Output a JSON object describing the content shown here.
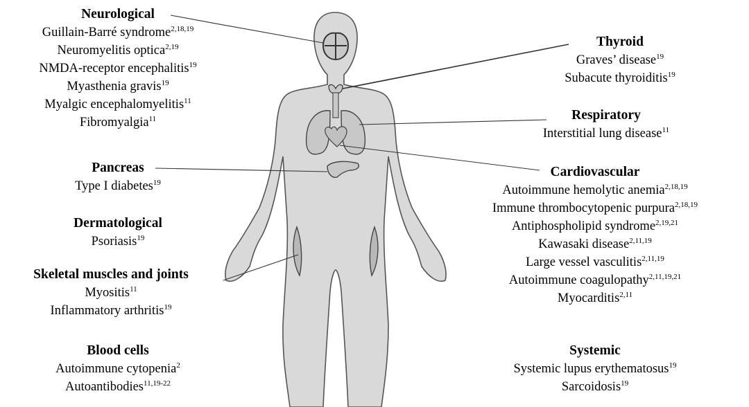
{
  "groups": [
    {
      "heading": "Neurological",
      "items": [
        {
          "text": "Guillain-Barré syndrome",
          "refs": "2,18,19"
        },
        {
          "text": "Neuromyelitis optica",
          "refs": "2,19"
        },
        {
          "text": "NMDA-receptor encephalitis",
          "refs": "19"
        },
        {
          "text": "Myasthenia gravis",
          "refs": "19"
        },
        {
          "text": "Myalgic encephalomyelitis",
          "refs": "11"
        },
        {
          "text": "Fibromyalgia",
          "refs": "11"
        }
      ]
    },
    {
      "heading": "Pancreas",
      "items": [
        {
          "text": "Type I diabetes",
          "refs": "19"
        }
      ]
    },
    {
      "heading": "Dermatological",
      "items": [
        {
          "text": "Psoriasis",
          "refs": "19"
        }
      ]
    },
    {
      "heading": "Skeletal muscles and joints",
      "items": [
        {
          "text": "Myositis",
          "refs": "11"
        },
        {
          "text": "Inflammatory arthritis",
          "refs": "19"
        }
      ]
    },
    {
      "heading": "Blood cells",
      "items": [
        {
          "text": "Autoimmune cytopenia",
          "refs": "2"
        },
        {
          "text": "Autoantibodies",
          "refs": "11,19-22"
        }
      ]
    },
    {
      "heading": "Thyroid",
      "items": [
        {
          "text": "Graves’ disease",
          "refs": "19"
        },
        {
          "text": "Subacute thyroiditis",
          "refs": "19"
        }
      ]
    },
    {
      "heading": "Respiratory",
      "items": [
        {
          "text": "Interstitial lung disease",
          "refs": "11"
        }
      ]
    },
    {
      "heading": "Cardiovascular",
      "items": [
        {
          "text": "Autoimmune hemolytic anemia",
          "refs": "2,18,19"
        },
        {
          "text": "Immune thrombocytopenic purpura",
          "refs": "2,18,19"
        },
        {
          "text": "Antiphospholipid syndrome",
          "refs": "2,19,21"
        },
        {
          "text": "Kawasaki disease",
          "refs": "2,11,19"
        },
        {
          "text": "Large vessel vasculitis",
          "refs": "2,11,19"
        },
        {
          "text": "Autoimmune coagulopathy",
          "refs": "2,11,19,21"
        },
        {
          "text": "Myocarditis",
          "refs": "2,11"
        }
      ]
    },
    {
      "heading": "Systemic",
      "items": [
        {
          "text": "Systemic lupus erythematosus",
          "refs": "19"
        },
        {
          "text": "Sarcoidosis",
          "refs": "19"
        }
      ]
    }
  ],
  "colors": {
    "body_fill": "#d9d9d9",
    "body_outline": "#555555",
    "organ_fill": "#c8c8c8",
    "leader_line": "#333333"
  }
}
